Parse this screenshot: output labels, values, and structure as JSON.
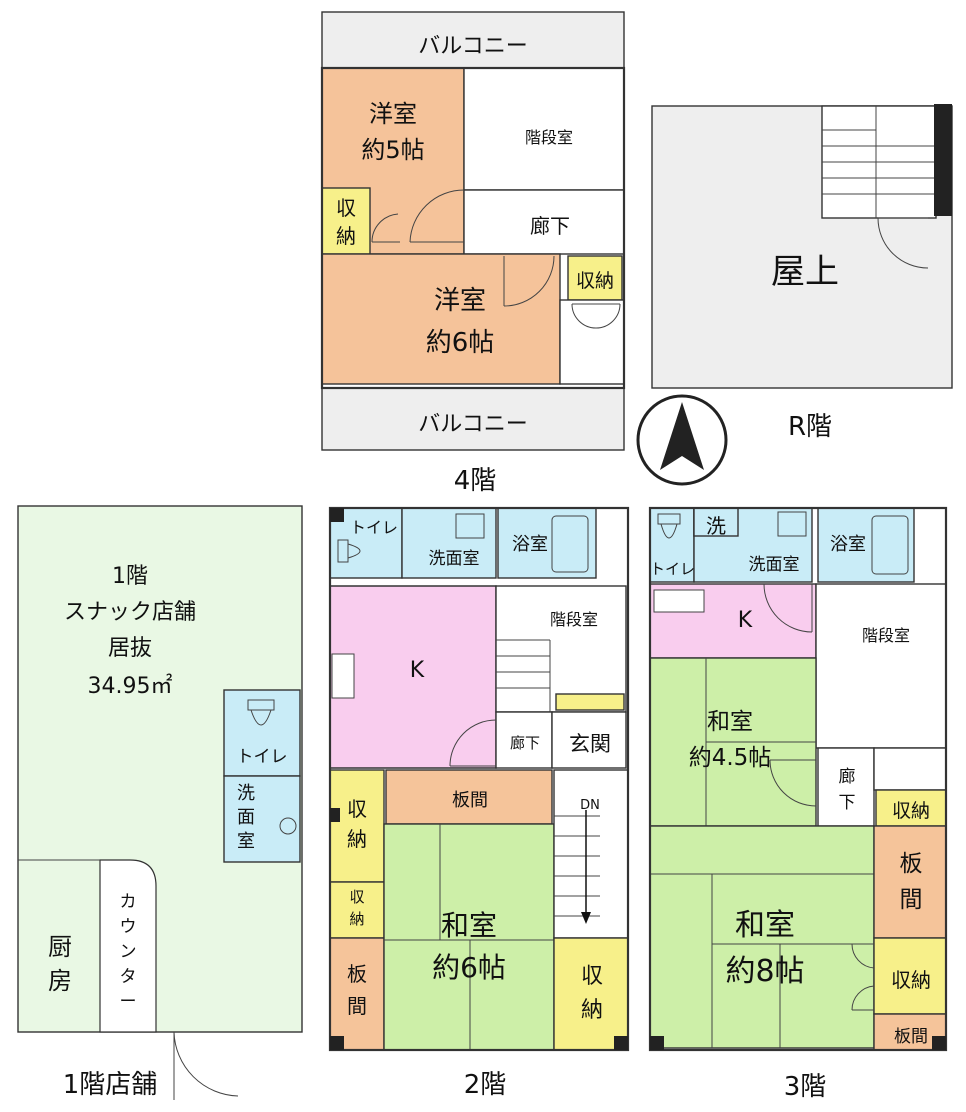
{
  "colors": {
    "balcony": "#eeeeee",
    "western_room": "#f5c39a",
    "japanese_room": "#cdefa8",
    "storage": "#f7f08a",
    "wet_area": "#c9ecf7",
    "kitchen": "#f9cdee",
    "shop": "#e9f8e4",
    "board_floor": "#f5c49a",
    "roof": "#eeeeee",
    "accent_dark": "#222222"
  },
  "icons": {
    "north_arrow": "north-arrow-icon",
    "stairs": "stairs-icon",
    "door_swing": "door-swing-icon",
    "toilet": "toilet-icon",
    "bathtub": "bathtub-icon",
    "sink": "sink-icon",
    "stove": "stove-icon"
  },
  "floor4": {
    "title": "4階",
    "balcony_top": "バルコニー",
    "balcony_bottom": "バルコニー",
    "western_small": {
      "name": "洋室",
      "size": "約5帖"
    },
    "western_large": {
      "name": "洋室",
      "size": "約6帖"
    },
    "storage_left": "収\n納",
    "storage_right": "収納",
    "stair_room": "階段室",
    "hallway": "廊下"
  },
  "roof": {
    "title": "R階",
    "rooftop": "屋上"
  },
  "floor1": {
    "title": "1階店舗",
    "shop": {
      "line1": "1階",
      "line2": "スナック店舗",
      "line3": "居抜",
      "area": "34.95㎡"
    },
    "toilet": "トイレ",
    "washroom": "洗\n面\n室",
    "kitchen": "厨\n房",
    "counter": "カ\nウ\nン\nタ\nー"
  },
  "floor2": {
    "title": "2階",
    "toilet": "トイレ",
    "washroom": "洗面室",
    "bath": "浴室",
    "stair_room": "階段室",
    "kitchen": "K",
    "hallway": "廊下",
    "entrance": "玄関",
    "board_top": "板間",
    "storage_a": "収\n納",
    "storage_b": "収\n納",
    "board_left": "板\n間",
    "japanese": {
      "name": "和室",
      "size": "約6帖"
    },
    "down": "DN",
    "storage_right": "収\n納"
  },
  "floor3": {
    "title": "3階",
    "laundry": "洗",
    "toilet": "トイレ",
    "washroom": "洗面室",
    "bath": "浴室",
    "stair_room": "階段室",
    "kitchen": "K",
    "japanese_small": {
      "name": "和室",
      "size": "約4.5帖"
    },
    "hallway": "廊\n下",
    "storage_top": "収納",
    "board_right": "板\n間",
    "japanese_large": {
      "name": "和室",
      "size": "約8帖"
    },
    "storage_mid": "収納",
    "board_bottom": "板間"
  }
}
